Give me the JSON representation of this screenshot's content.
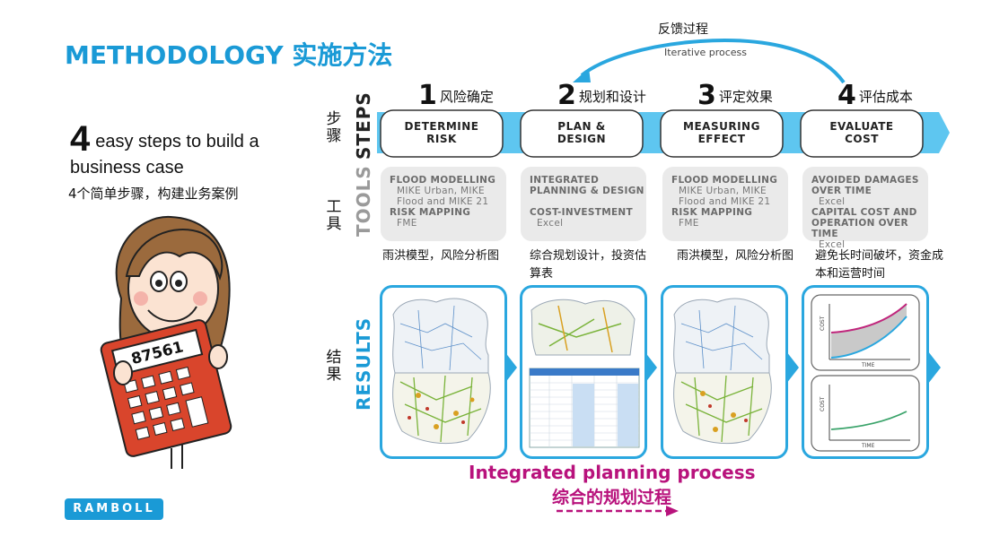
{
  "header": {
    "title": "METHODOLOGY 实施方法"
  },
  "intro": {
    "number": "4",
    "en": "easy steps to build a business case",
    "zh": "4个简单步骤，构建业务案例"
  },
  "feedback": {
    "zh": "反馈过程",
    "en": "Iterative process"
  },
  "rows": {
    "steps": {
      "zh": "步骤",
      "en": "STEPS"
    },
    "tools": {
      "zh": "工具",
      "en": "TOOLS"
    },
    "results": {
      "zh": "结果",
      "en": "RESULTS"
    }
  },
  "steps": [
    {
      "num": "1",
      "zh": "风险确定",
      "line1": "DETERMINE",
      "line2": "RISK",
      "tools": [
        {
          "t": "FLOOD MODELLING",
          "b": true
        },
        {
          "t": "MIKE Urban, MIKE",
          "b": false
        },
        {
          "t": "Flood and MIKE 21",
          "b": false
        },
        {
          "t": "RISK MAPPING",
          "b": true
        },
        {
          "t": "FME",
          "b": false
        }
      ],
      "tools_zh": "雨洪模型，风险分析图"
    },
    {
      "num": "2",
      "zh": "规划和设计",
      "line1": "PLAN &",
      "line2": "DESIGN",
      "tools": [
        {
          "t": "INTEGRATED",
          "b": true
        },
        {
          "t": "PLANNING & DESIGN",
          "b": true
        },
        {
          "t": "",
          "b": false
        },
        {
          "t": "COST-INVESTMENT",
          "b": true
        },
        {
          "t": "Excel",
          "b": false
        }
      ],
      "tools_zh": "综合规划设计，投资估算表"
    },
    {
      "num": "3",
      "zh": "评定效果",
      "line1": "MEASURING",
      "line2": "EFFECT",
      "tools": [
        {
          "t": "FLOOD MODELLING",
          "b": true
        },
        {
          "t": "MIKE Urban, MIKE",
          "b": false
        },
        {
          "t": "Flood and MIKE 21",
          "b": false
        },
        {
          "t": "RISK MAPPING",
          "b": true
        },
        {
          "t": "FME",
          "b": false
        }
      ],
      "tools_zh": "雨洪模型，风险分析图"
    },
    {
      "num": "4",
      "zh": "评估成本",
      "line1": "EVALUATE",
      "line2": "COST",
      "tools": [
        {
          "t": "AVOIDED DAMAGES",
          "b": true
        },
        {
          "t": "OVER TIME",
          "b": true
        },
        {
          "t": "Excel",
          "b": false
        },
        {
          "t": "CAPITAL COST AND",
          "b": true
        },
        {
          "t": "OPERATION OVER TIME",
          "b": true
        },
        {
          "t": "Excel",
          "b": false
        }
      ],
      "tools_zh": "避免长时间破坏，资金成本和运营时间"
    }
  ],
  "calculator": {
    "display": "87561"
  },
  "charts": {
    "axis_y": "COST",
    "axis_x": "TIME"
  },
  "footer": {
    "en": "Integrated planning process",
    "zh": "综合的规划过程",
    "logo": "RAMBOLL"
  },
  "colors": {
    "accent": "#1a9ad6",
    "magenta": "#b8127c",
    "chevron": "#5ec6f0"
  }
}
